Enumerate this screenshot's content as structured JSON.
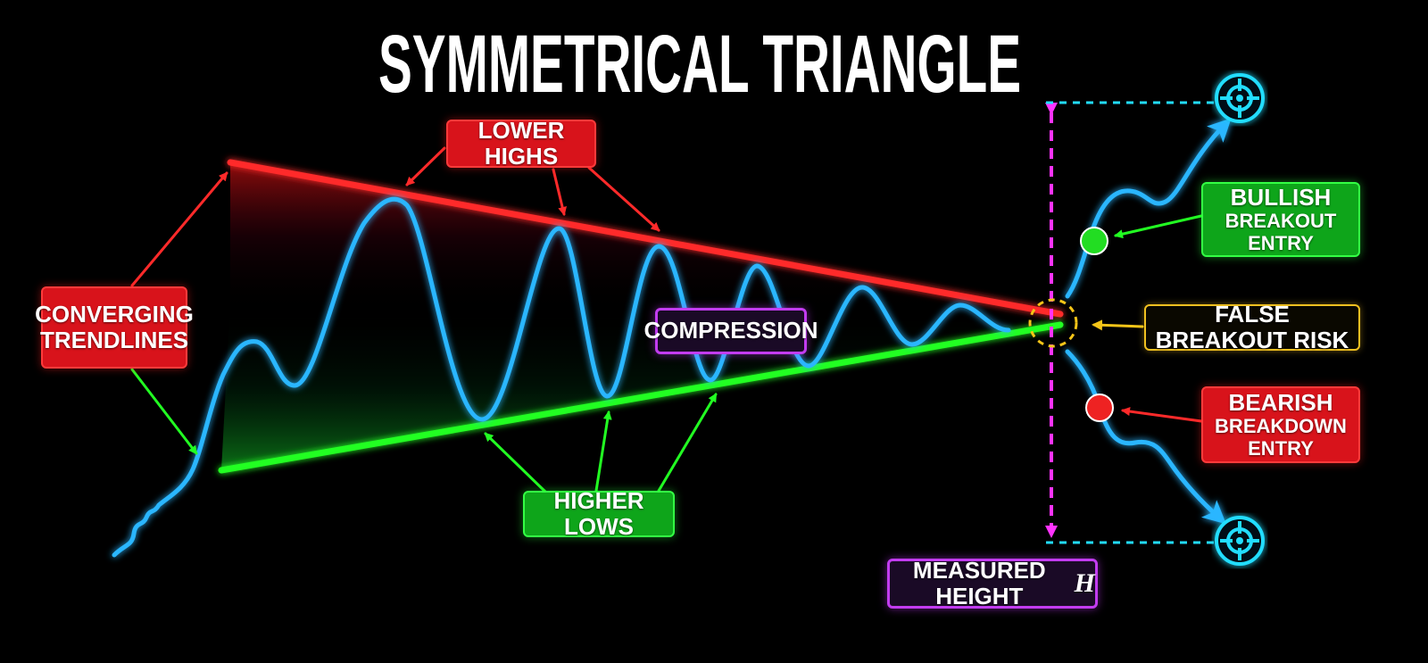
{
  "title": "SYMMETRICAL TRIANGLE",
  "labels": {
    "lower_highs": "LOWER HIGHS",
    "converging_line1": "CONVERGING",
    "converging_line2": "TRENDLINES",
    "compression": "COMPRESSION",
    "higher_lows": "HIGHER LOWS",
    "bullish_line1": "BULLISH",
    "bullish_line2": "BREAKOUT ENTRY",
    "false_breakout": "FALSE BREAKOUT RISK",
    "bearish_line1": "BEARISH",
    "bearish_line2": "BREAKDOWN ENTRY",
    "measured_height": "MEASURED HEIGHT",
    "measured_height_symbol": "H"
  },
  "colors": {
    "background": "#000000",
    "upper_trendline": "#ff2a2a",
    "lower_trendline": "#22ff22",
    "price_line": "#29b6ff",
    "measured_height_arrow": "#ff33ff",
    "target_lines": "#22ddff",
    "false_breakout": "#f5c518",
    "bullish_entry": "#22dd22",
    "bearish_entry": "#ee2222"
  },
  "icons": {
    "target_top": "crosshair-target-icon",
    "target_bottom": "crosshair-target-icon"
  }
}
